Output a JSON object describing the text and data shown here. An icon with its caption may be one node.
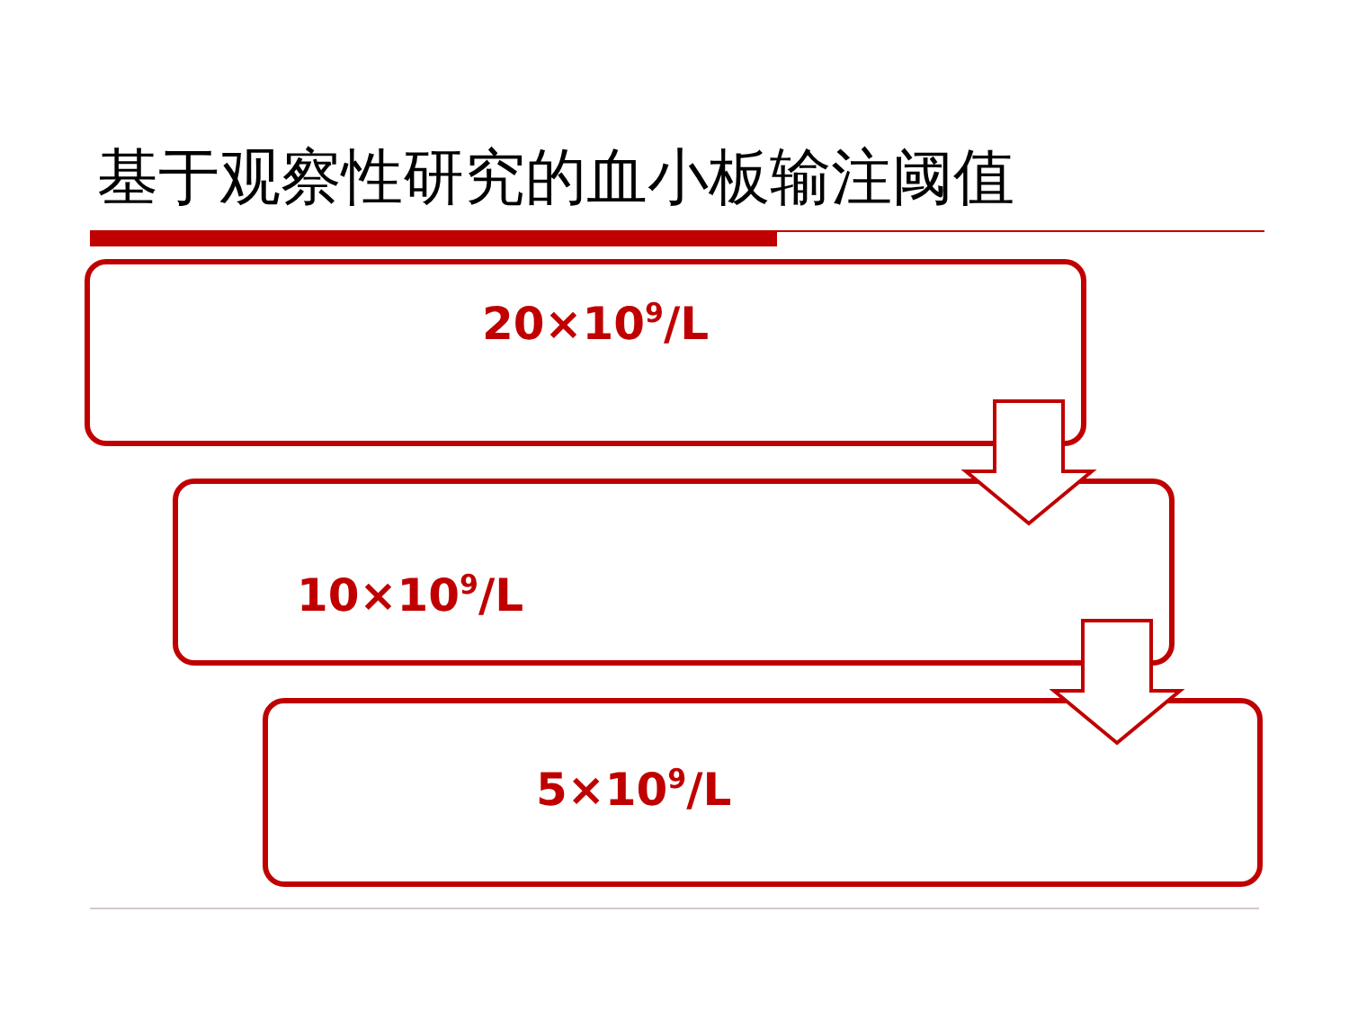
{
  "diagram": {
    "title": "基于观察性研究的血小板输注阈值",
    "nodes": [
      {
        "text": [
          "20×10$^{9}$/L"
        ]
      },
      {
        "text": [
          "10×10$^{9}$/L"
        ]
      },
      {
        "text": [
          "5×10$^{9}$/L"
        ]
      }
    ],
    "edges": [
      {
        "from": 0,
        "to": 1,
        "arrow": "to"
      },
      {
        "from": 1,
        "to": 2,
        "arrow": "to"
      }
    ]
  }
}
